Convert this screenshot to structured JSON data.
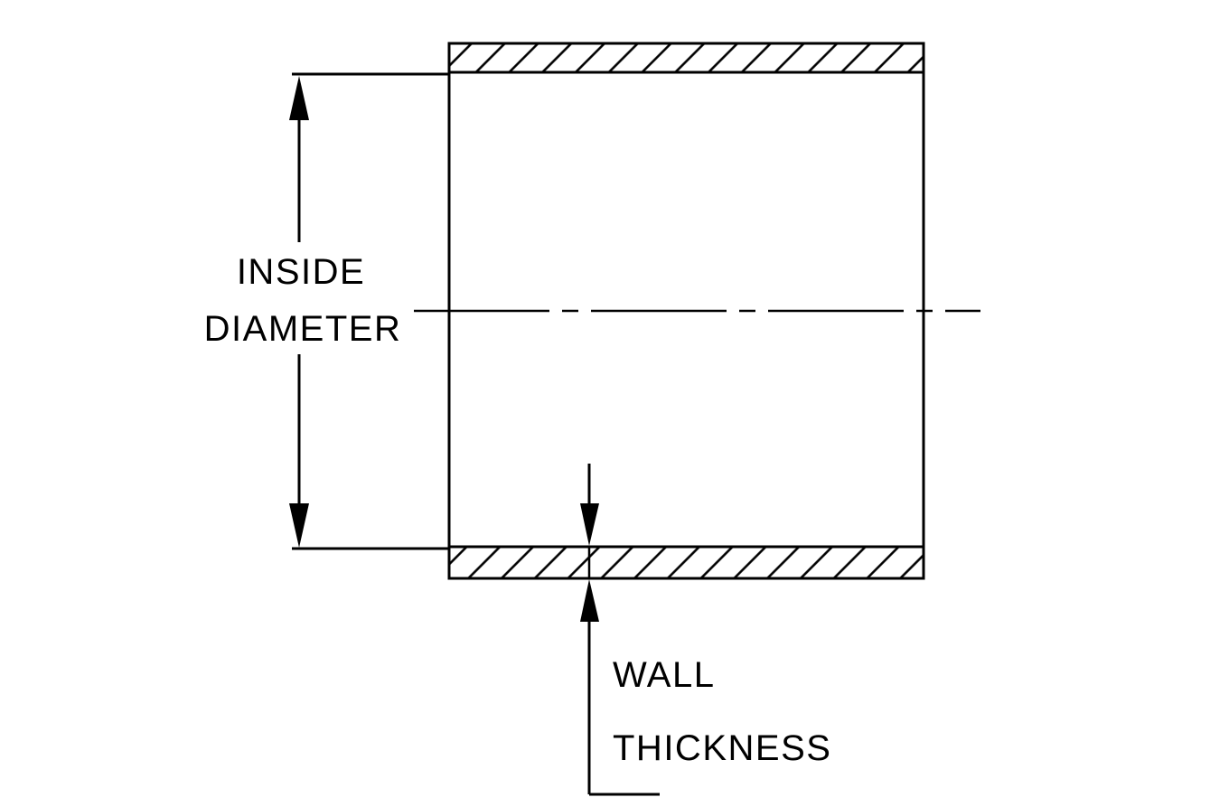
{
  "page": {
    "background": "#ffffff"
  },
  "diagram": {
    "type": "technical-drawing",
    "subject": "tube-cross-section",
    "colors": {
      "line": "#000000",
      "fill": "#ffffff"
    },
    "labels": {
      "inside_diameter": {
        "line1": "INSIDE",
        "line2": "DIAMETER"
      },
      "wall_thickness": {
        "line1": "WALL",
        "line2": "THICKNESS"
      }
    }
  }
}
